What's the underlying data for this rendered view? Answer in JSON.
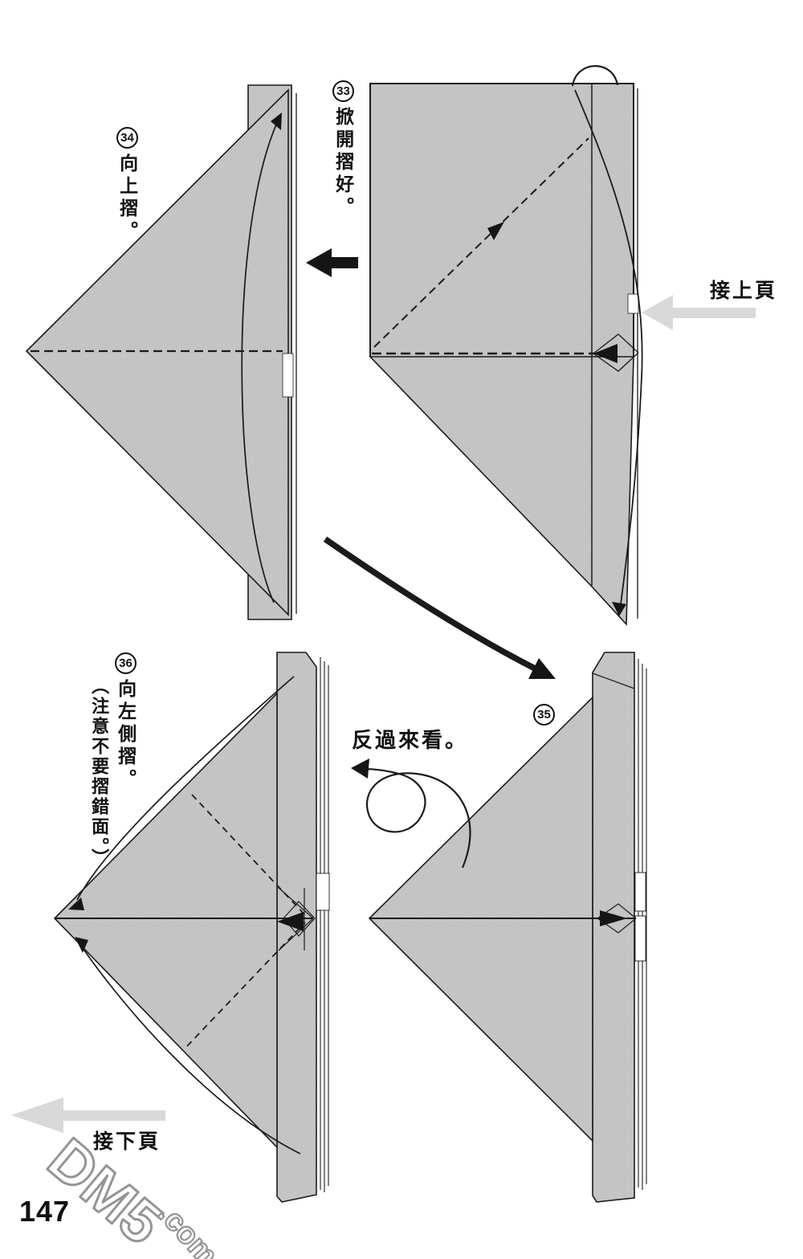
{
  "page": {
    "number": "147",
    "watermark_main": "DM5",
    "watermark_suffix": ".com"
  },
  "steps": {
    "step33": {
      "number": "33",
      "caption": "掀開摺好。"
    },
    "step34": {
      "number": "34",
      "caption": "向上摺。"
    },
    "step35": {
      "number": "35"
    },
    "step36": {
      "number": "36",
      "caption": "向左側摺。",
      "note": "（注意不要摺錯面。）"
    }
  },
  "navigation": {
    "prev_page": "接上頁",
    "next_page": "接下頁"
  },
  "annotations": {
    "flip_over": "反過來看。"
  },
  "colors": {
    "paper_fill": "#cdcdcd",
    "paper_dot": "#b5b5b5",
    "outline": "#1b1b1b",
    "nav_arrow": "#d9d9d9",
    "watermark_stroke": "#8a8a8a"
  }
}
